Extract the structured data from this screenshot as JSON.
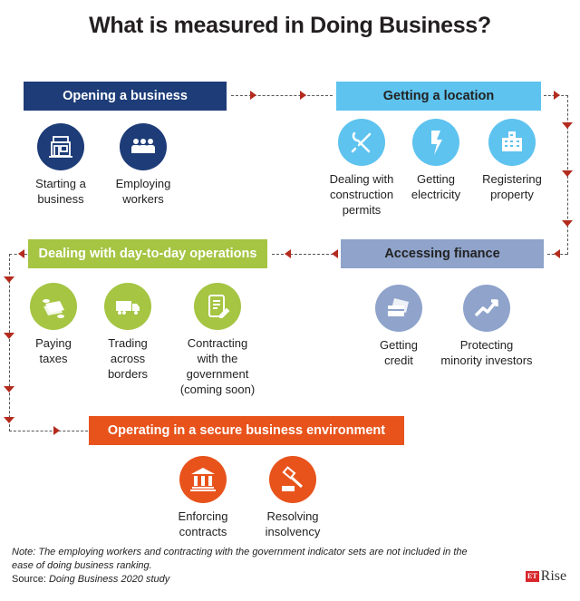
{
  "title": "What is measured in Doing Business?",
  "colors": {
    "opening": "#1d3c78",
    "location": "#5ec3ef",
    "finance": "#8fa3cb",
    "operations": "#a5c543",
    "secure": "#e8531c",
    "arrow": "#b42b1e"
  },
  "categories": [
    {
      "id": "opening",
      "label": "Opening a business",
      "items": [
        {
          "label": "Starting a\nbusiness",
          "icon": "storefront-icon"
        },
        {
          "label": "Employing\nworkers",
          "icon": "people-icon"
        }
      ]
    },
    {
      "id": "location",
      "label": "Getting a location",
      "items": [
        {
          "label": "Dealing with\nconstruction\npermits",
          "icon": "tools-icon"
        },
        {
          "label": "Getting\nelectricity",
          "icon": "lightning-icon"
        },
        {
          "label": "Registering\nproperty",
          "icon": "building-icon"
        }
      ]
    },
    {
      "id": "finance",
      "label": "Accessing finance",
      "items": [
        {
          "label": "Getting\ncredit",
          "icon": "credit-card-icon"
        },
        {
          "label": "Protecting\nminority investors",
          "icon": "trend-up-icon"
        }
      ]
    },
    {
      "id": "operations",
      "label": "Dealing with day-to-day operations",
      "items": [
        {
          "label": "Paying\ntaxes",
          "icon": "money-icon"
        },
        {
          "label": "Trading\nacross\nborders",
          "icon": "truck-icon"
        },
        {
          "label": "Contracting\nwith the\ngovernment\n(coming soon)",
          "icon": "document-icon"
        }
      ]
    },
    {
      "id": "secure",
      "label": "Operating in a secure business environment",
      "items": [
        {
          "label": "Enforcing\ncontracts",
          "icon": "courthouse-icon"
        },
        {
          "label": "Resolving\ninsolvency",
          "icon": "gavel-icon"
        }
      ]
    }
  ],
  "note": {
    "line1": "Note: The employing workers and contracting with the government indicator sets are not included in the",
    "line2": "ease of doing business ranking.",
    "source_label": "Source: ",
    "source_value": "Doing Business 2020 study"
  },
  "logo": {
    "et": "ET",
    "rise": "Rise"
  }
}
